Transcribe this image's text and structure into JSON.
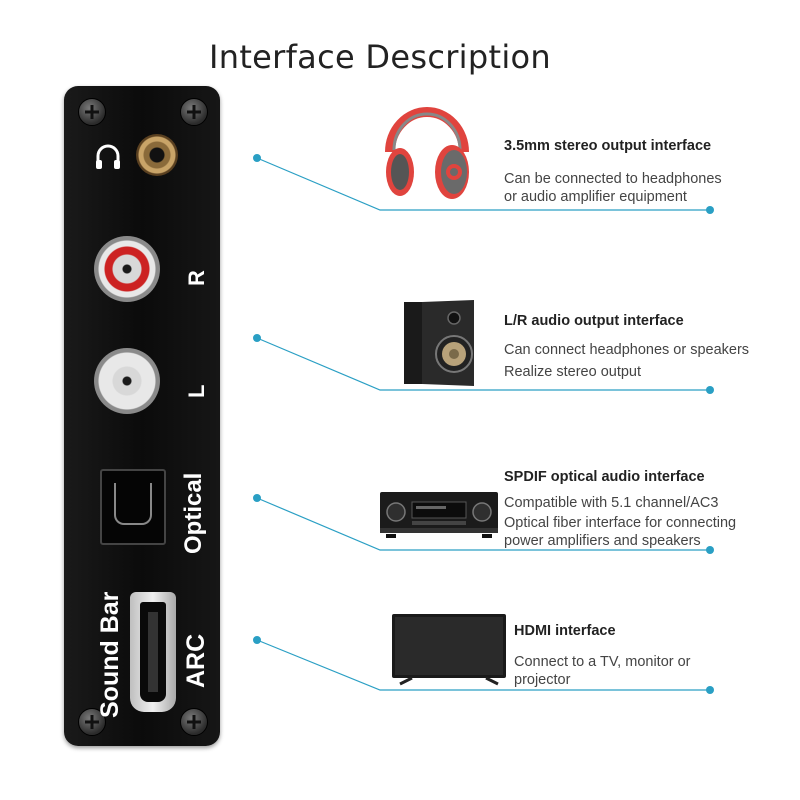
{
  "title": "Interface Description",
  "panel_labels": {
    "right": "R",
    "left": "L",
    "optical": "Optical",
    "sound_bar": "Sound Bar",
    "arc": "ARC"
  },
  "interfaces": [
    {
      "icon": "headphones-icon",
      "title": "3.5mm stereo output interface",
      "desc1": "Can be connected to headphones",
      "desc2": "or audio amplifier equipment"
    },
    {
      "icon": "speaker-icon",
      "title": "L/R audio output interface",
      "desc1": "Can connect headphones or speakers",
      "desc2": "Realize stereo output"
    },
    {
      "icon": "av-receiver-icon",
      "title": "SPDIF optical audio interface",
      "desc1": "Compatible with 5.1 channel/AC3",
      "desc2": "Optical fiber interface for connecting",
      "desc3": "power amplifiers and speakers"
    },
    {
      "icon": "tv-icon",
      "title": "HDMI interface",
      "desc1": "Connect to a TV, monitor or",
      "desc2": "projector"
    }
  ],
  "colors": {
    "accent": "#2a9fc4",
    "panel": "#111111",
    "rca_right": "#cc2222",
    "rca_left": "#e8e8e8"
  }
}
